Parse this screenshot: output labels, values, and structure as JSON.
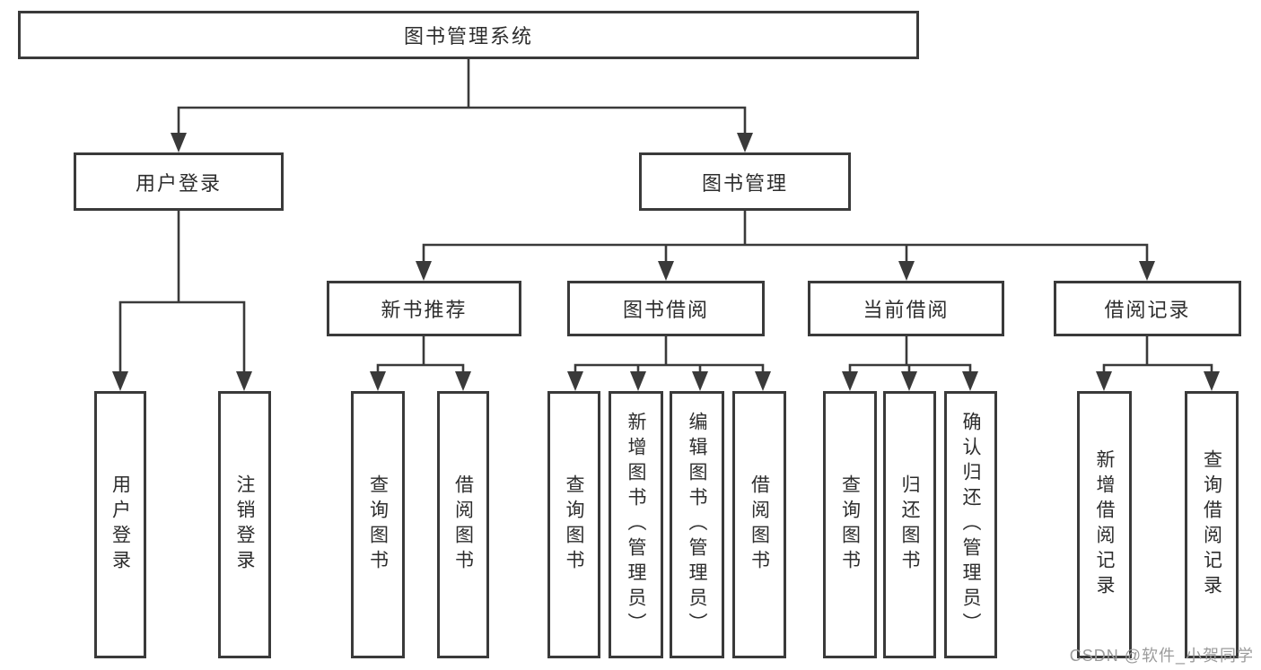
{
  "colors": {
    "line": "#3a3a3a",
    "box_border": "#3a3a3a",
    "text": "#2d2d2d",
    "watermark": "#9b9b9b",
    "background": "#ffffff"
  },
  "watermark": {
    "text": "CSDN @软件_小贺同学"
  },
  "tree": {
    "label": "图书管理系统",
    "children": [
      {
        "label": "用户登录",
        "children": [
          {
            "label": "用户登录"
          },
          {
            "label": "注销登录"
          }
        ]
      },
      {
        "label": "图书管理",
        "children": [
          {
            "label": "新书推荐",
            "children": [
              {
                "label": "查询图书"
              },
              {
                "label": "借阅图书"
              }
            ]
          },
          {
            "label": "图书借阅",
            "children": [
              {
                "label": "查询图书"
              },
              {
                "label": "新增图书（管理员）"
              },
              {
                "label": "编辑图书（管理员）"
              },
              {
                "label": "借阅图书"
              }
            ]
          },
          {
            "label": "当前借阅",
            "children": [
              {
                "label": "查询图书"
              },
              {
                "label": "归还图书"
              },
              {
                "label": "确认归还（管理员）"
              }
            ]
          },
          {
            "label": "借阅记录",
            "children": [
              {
                "label": "新增借阅记录"
              },
              {
                "label": "查询借阅记录"
              }
            ]
          }
        ]
      }
    ]
  }
}
